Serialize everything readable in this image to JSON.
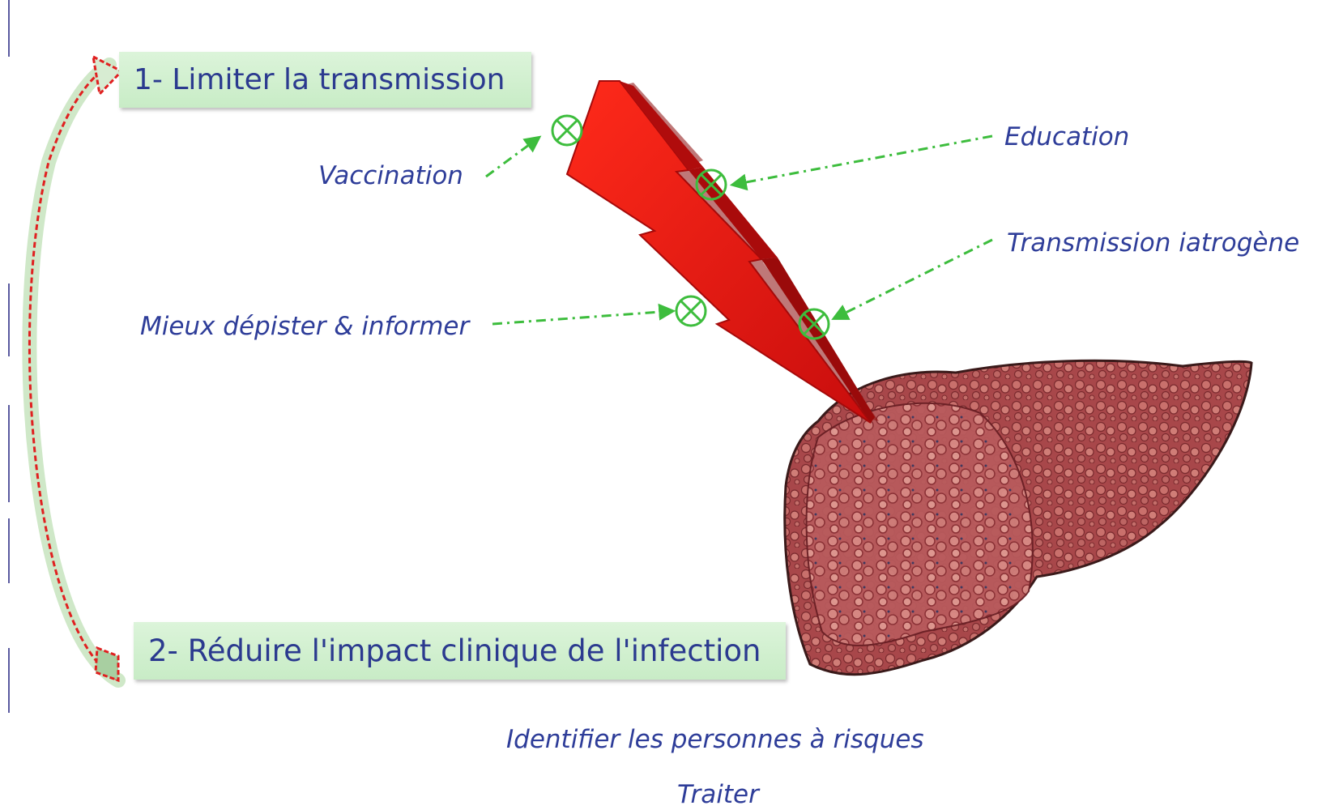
{
  "boxes": {
    "step1": "1- Limiter la transmission",
    "step2": "2- Réduire l'impact clinique de l'infection"
  },
  "labels": {
    "vaccination": "Vaccination",
    "education": "Education",
    "transmission_iatrogene": "Transmission iatrogène",
    "mieux_depister": "Mieux dépister & informer",
    "identifier": "Identifier les personnes à risques",
    "traiter": "Traiter"
  },
  "colors": {
    "box_fill": "#d4f1d1",
    "box_text": "#2b3a8f",
    "label_text": "#2e3d99",
    "arrow_green": "#3dbd3d",
    "lightning_red": "#e31414",
    "curved_arrow": "#e02020"
  },
  "icons": {
    "block_marker": "circled-x-icon",
    "lightning": "lightning-bolt-icon",
    "organ": "liver-illustration"
  }
}
